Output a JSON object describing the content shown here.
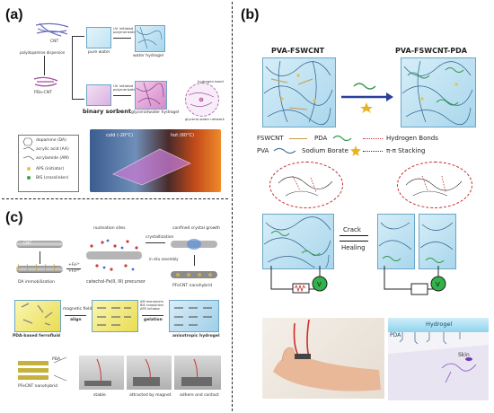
{
  "panels": {
    "a": {
      "label": "(a)",
      "cnt": "CNT",
      "poly_dispersion": "polydopamine dispersion",
      "pda_cnt": "PDa-CNT",
      "uv1": "UV initiated polymerization",
      "uv2": "UV initiated polymerization",
      "pure_water": "pure water",
      "binary_solvent": "binary sorbent",
      "water_hydrogel": "water hydrogel",
      "glycerol_hydrogel": "glycerol/water hydrogel",
      "glycerol_network": "glycerol-water network",
      "hydrogen_bond": "hydrogen bond",
      "legend": [
        "dopamine (DA)",
        "acrylic acid (AA)",
        "acrylamide (AM)",
        "APS (initiator)",
        "BIS (crosslinker)"
      ],
      "cold": "cold (-20°C)",
      "hot": "hot (60°C)"
    },
    "b": {
      "label": "(b)",
      "title_left": "PVA-FSWCNT",
      "title_right": "PVA-FSWCNT-PDA",
      "legend": {
        "fswcnt": "FSWCNT",
        "pda": "PDA",
        "hbonds": "Hydrogen Bonds",
        "pva": "PVA",
        "borate": "Sodium Borate",
        "stacking": "π-π Stacking"
      },
      "crack": "Crack",
      "healing": "Healing",
      "v1": "V",
      "v2": "V",
      "hydrogel": "Hydrogel",
      "pda_label": "PDA",
      "skin": "Skin"
    },
    "c": {
      "label": "(c)",
      "cnt": "CNT",
      "da_immobilization": "DA immobilization",
      "nucleation": "nucleation sites",
      "crystallization": "crystallization",
      "confined": "confined crystal growth",
      "precursor": "catechol-Fe(II, III) precursor",
      "in_situ": "in situ assembly",
      "pfecnt": "PFeCNT nanohybrid",
      "fe2": "+Fe²⁺",
      "fe3": "+Fe³⁺",
      "ferrofluid": "PDA-based ferrofluid",
      "magnetic_field": "magnetic field",
      "align": "align",
      "gelation": "gelation",
      "gel_steps": [
        "AM monomers",
        "BIS crosslinker",
        "APS initiator"
      ],
      "anisotropic": "anisotropic hydrogel",
      "pda_small": "PDA",
      "pfecnt2": "PFeCNT nanohybrid",
      "photo1": "stable",
      "photo2": "attracted by magnet",
      "photo3": "adhere and contact"
    }
  },
  "colors": {
    "gel_blue": "#a9d6ec",
    "gel_pink": "#e7a8d8",
    "green_circle": "#2fb34a",
    "red_wire": "#cc2222",
    "lattice_yellow": "#f2e36a"
  }
}
